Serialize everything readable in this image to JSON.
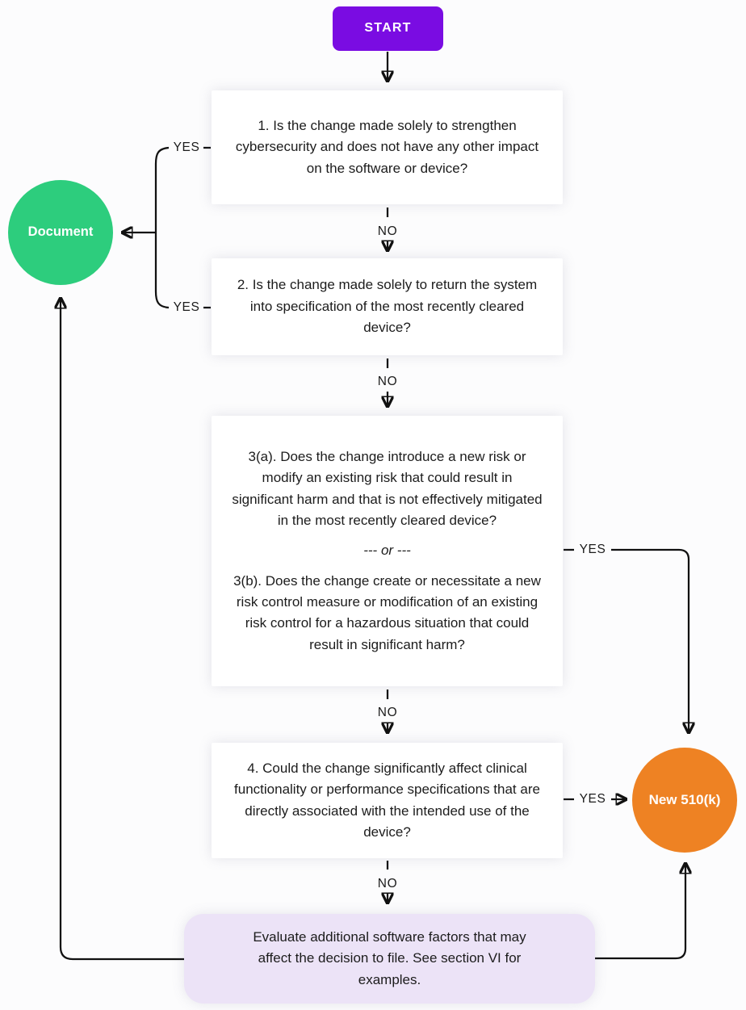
{
  "labels": {
    "yes": "YES",
    "no": "NO"
  },
  "colors": {
    "start_bg": "#7a0ce2",
    "document_bg": "#2dcd7d",
    "new_510k_bg": "#ee8223",
    "evaluate_bg": "#ece3f7",
    "connector": "#111111"
  },
  "nodes": {
    "start": {
      "label": "START"
    },
    "question_1": {
      "text": "1. Is the change made solely to strengthen cybersecurity and does not have any other impact on the software or device?"
    },
    "question_2": {
      "text": "2. Is the change made solely to return the system into specification of the most recently cleared device?"
    },
    "question_3": {
      "part_a": "3(a). Does the change introduce a new risk or modify an existing risk that could result in significant harm and that is not effectively mitigated in the most recently cleared device?",
      "separator": "--- or ---",
      "part_b": "3(b). Does the change create or necessitate a new risk control measure or modification of an existing risk control for a hazardous situation that could result in significant harm?"
    },
    "question_4": {
      "text": "4. Could the change significantly affect clinical functionality or performance specifications that are directly associated with the intended use of the device?"
    },
    "evaluate": {
      "text": "Evaluate additional software factors that may affect the decision to file. See section VI for examples."
    },
    "document": {
      "label": "Document"
    },
    "new_510k": {
      "label": "New 510(k)"
    }
  }
}
